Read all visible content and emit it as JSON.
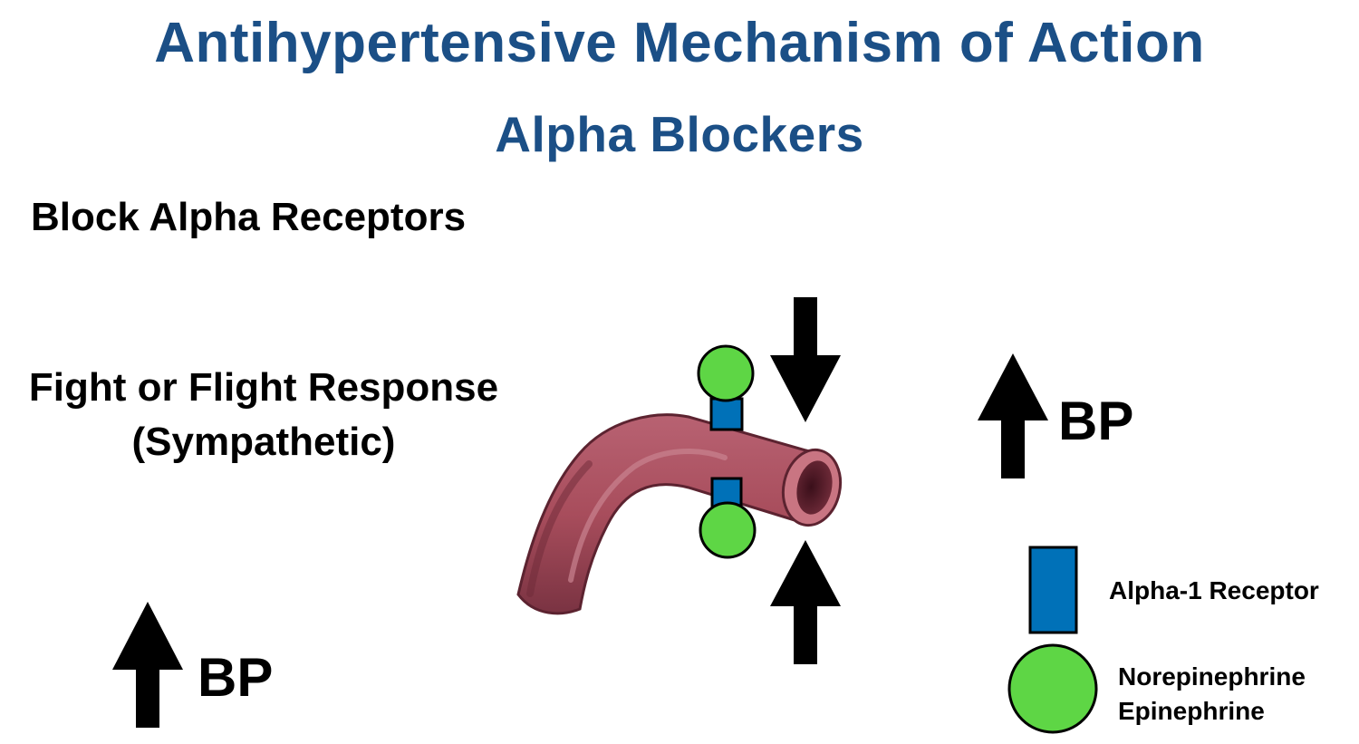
{
  "header": {
    "title": "Antihypertensive Mechanism of Action",
    "subtitle": "Alpha Blockers"
  },
  "text": {
    "block": "Block Alpha Receptors",
    "fight_flight_line1": "Fight or Flight Response",
    "fight_flight_line2": "(Sympathetic)",
    "bp_left": "BP",
    "bp_right": "BP"
  },
  "legend": {
    "receptor_label": "Alpha-1 Receptor",
    "agonist_line1": "Norepinephrine",
    "agonist_line2": "Epinephrine"
  },
  "colors": {
    "title": "#1b4f86",
    "receptor": "#0071b8",
    "agonist": "#5ed645",
    "vessel": "#a84d5c",
    "vessel_dark": "#6e2a38",
    "arrow": "#000000"
  },
  "icons": {
    "bp_left_arrow": "up-arrow-icon",
    "bp_right_arrow": "up-arrow-icon",
    "vessel_top_arrow": "down-arrow-icon",
    "vessel_bottom_arrow": "up-arrow-icon"
  }
}
